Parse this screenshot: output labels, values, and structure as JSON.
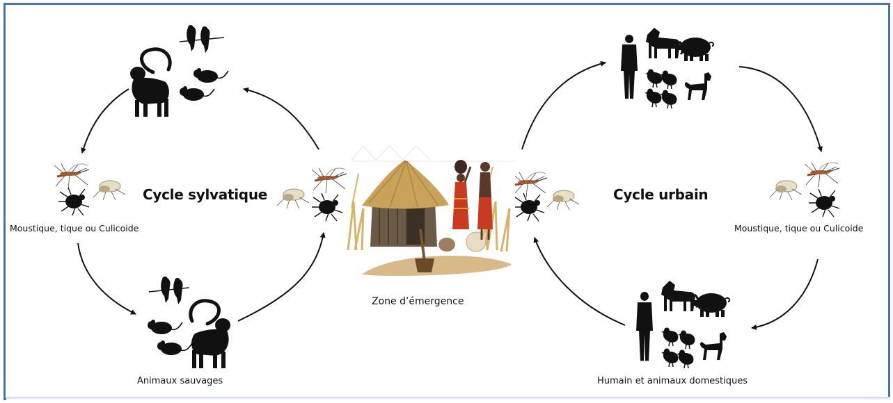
{
  "diagram": {
    "sylvatic_title": "Cycle sylvatique",
    "urban_title": "Cycle urbain",
    "vector_label_left": "Moustique, tique ou Culicoide",
    "vector_label_right": "Moustique, tique ou Culicoide",
    "wild_animals_label": "Animaux sauvages",
    "domestic_label": "Humain et animaux domestiques",
    "emergence_label": "Zone d’émergence"
  },
  "colors": {
    "frame": "#4a74a6",
    "silhouette": "#111111",
    "arrow": "#111111",
    "hut_roof": "#c9a25a",
    "hut_wall": "#6b5a45",
    "ground": "#d8b98a",
    "grass": "#d7b36a",
    "dress_red": "#c83a22"
  },
  "icons": [
    "monkey-icon",
    "bird-icon",
    "rat-icon",
    "mosquito-icon",
    "tick-icon",
    "culicoides-icon",
    "human-icon",
    "horse-icon",
    "pig-icon",
    "chicken-icon",
    "dog-icon",
    "hut-icon"
  ]
}
